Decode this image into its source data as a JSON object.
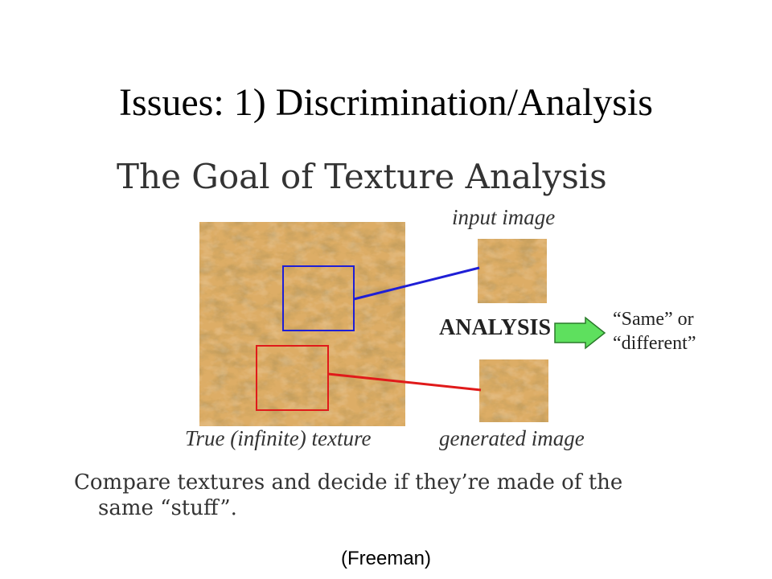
{
  "slide": {
    "title": "Issues: 1) Discrimination/Analysis",
    "credit": "(Freeman)"
  },
  "figure": {
    "title": "The Goal of Texture Analysis",
    "input_label": "input image",
    "true_texture_label": "True (infinite) texture",
    "generated_label": "generated image",
    "analysis_label": "ANALYSIS",
    "output_line1": "“Same” or",
    "output_line2": "“different”",
    "colors": {
      "texture_base": "#d8a45c",
      "input_box": "#1f1fd6",
      "generated_box": "#e01a1a",
      "arrow": "#5ee05e"
    }
  },
  "caption": {
    "line1": "Compare textures and decide if they’re made of the",
    "line2": "same “stuff”."
  }
}
